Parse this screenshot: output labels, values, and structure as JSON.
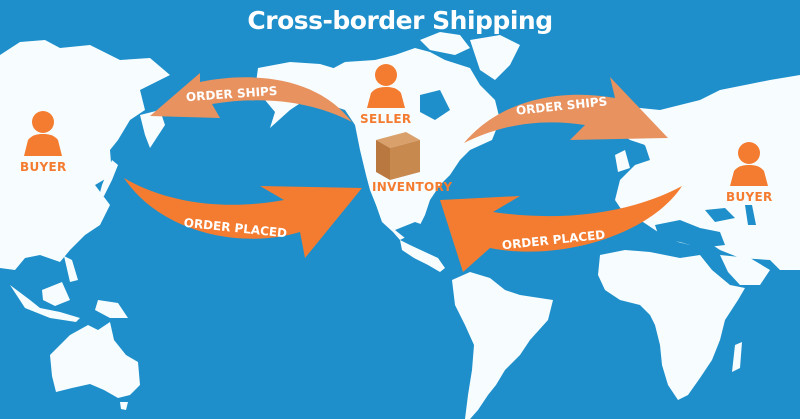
{
  "title": "Cross-border Shipping",
  "actors": {
    "buyer_left": {
      "label": "BUYER",
      "icon": "person-icon"
    },
    "seller": {
      "label": "SELLER",
      "icon": "person-icon"
    },
    "inventory": {
      "label": "INVENTORY",
      "icon": "box-icon"
    },
    "buyer_right": {
      "label": "BUYER",
      "icon": "person-icon"
    }
  },
  "arrows": {
    "left_top": {
      "label": "ORDER SHIPS",
      "direction": "seller-to-left-buyer",
      "color": "#e8925f"
    },
    "left_bottom": {
      "label": "ORDER PLACED",
      "direction": "left-buyer-to-inventory",
      "color": "#f47c30"
    },
    "right_top": {
      "label": "ORDER SHIPS",
      "direction": "seller-to-right-buyer",
      "color": "#e8925f"
    },
    "right_bottom": {
      "label": "ORDER PLACED",
      "direction": "right-buyer-to-inventory",
      "color": "#f47c30"
    }
  },
  "colors": {
    "ocean": "#1e8fca",
    "land": "#f7fdff",
    "accent_orange": "#f47c30",
    "light_orange": "#e8925f",
    "box_brown": "#c8894f"
  }
}
